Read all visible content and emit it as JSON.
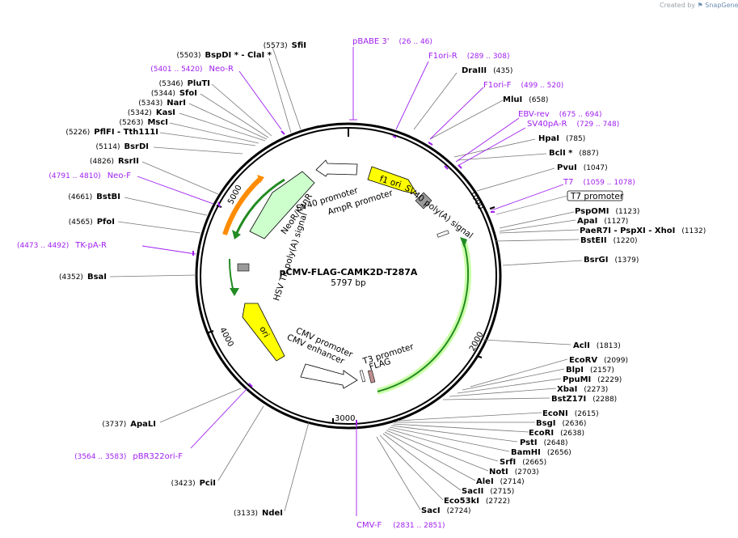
{
  "watermark": {
    "prefix": "Created by",
    "brand": "SnapGene"
  },
  "plasmid": {
    "name": "pCMV-FLAG-CAMK2D-T287A",
    "size": "5797 bp"
  },
  "ticks": [
    "1000",
    "2000",
    "3000",
    "4000",
    "5000"
  ],
  "enzymes": [
    {
      "name": "SfiI",
      "pos": "(5573)"
    },
    {
      "name": "BspDI * - ClaI *",
      "pos": "(5503)"
    },
    {
      "name": "PluTI",
      "pos": "(5346)"
    },
    {
      "name": "SfoI",
      "pos": "(5344)"
    },
    {
      "name": "NarI",
      "pos": "(5343)"
    },
    {
      "name": "KasI",
      "pos": "(5342)"
    },
    {
      "name": "MscI",
      "pos": "(5263)"
    },
    {
      "name": "PflFI - Tth111I",
      "pos": "(5226)"
    },
    {
      "name": "BsrDI",
      "pos": "(5114)"
    },
    {
      "name": "RsrII",
      "pos": "(4826)"
    },
    {
      "name": "BstBI",
      "pos": "(4661)"
    },
    {
      "name": "PfoI",
      "pos": "(4565)"
    },
    {
      "name": "BsaI",
      "pos": "(4352)"
    },
    {
      "name": "ApaLI",
      "pos": "(3737)"
    },
    {
      "name": "PciI",
      "pos": "(3423)"
    },
    {
      "name": "NdeI",
      "pos": "(3133)"
    },
    {
      "name": "DraIII",
      "pos": "(435)"
    },
    {
      "name": "MluI",
      "pos": "(658)"
    },
    {
      "name": "HpaI",
      "pos": "(785)"
    },
    {
      "name": "BclI *",
      "pos": "(887)"
    },
    {
      "name": "PvuI",
      "pos": "(1047)"
    },
    {
      "name": "PspOMI",
      "pos": "(1123)"
    },
    {
      "name": "ApaI",
      "pos": "(1127)"
    },
    {
      "name": "PaeR7I - PspXI - XhoI",
      "pos": "(1132)"
    },
    {
      "name": "BstEII",
      "pos": "(1220)"
    },
    {
      "name": "BsrGI",
      "pos": "(1379)"
    },
    {
      "name": "AclI",
      "pos": "(1813)"
    },
    {
      "name": "EcoRV",
      "pos": "(2099)"
    },
    {
      "name": "BlpI",
      "pos": "(2157)"
    },
    {
      "name": "PpuMI",
      "pos": "(2229)"
    },
    {
      "name": "XbaI",
      "pos": "(2273)"
    },
    {
      "name": "BstZ17I",
      "pos": "(2288)"
    },
    {
      "name": "EcoNI",
      "pos": "(2615)"
    },
    {
      "name": "BsgI",
      "pos": "(2636)"
    },
    {
      "name": "EcoRI",
      "pos": "(2638)"
    },
    {
      "name": "PstI",
      "pos": "(2648)"
    },
    {
      "name": "BamHI",
      "pos": "(2656)"
    },
    {
      "name": "SrfI",
      "pos": "(2665)"
    },
    {
      "name": "NotI",
      "pos": "(2703)"
    },
    {
      "name": "AleI",
      "pos": "(2714)"
    },
    {
      "name": "SacII",
      "pos": "(2715)"
    },
    {
      "name": "Eco53kI",
      "pos": "(2722)"
    },
    {
      "name": "SacI",
      "pos": "(2724)"
    }
  ],
  "primers": [
    {
      "name": "pBABE 3'",
      "pos": "(26 .. 46)"
    },
    {
      "name": "F1ori-R",
      "pos": "(289 .. 308)"
    },
    {
      "name": "F1ori-F",
      "pos": "(499 .. 520)"
    },
    {
      "name": "EBV-rev",
      "pos": "(675 .. 694)"
    },
    {
      "name": "SV40pA-R",
      "pos": "(729 .. 748)"
    },
    {
      "name": "T7",
      "pos": "(1059 .. 1078)"
    },
    {
      "name": "CMV-F",
      "pos": "(2831 .. 2851)"
    },
    {
      "name": "pBR322ori-F",
      "pos": "(3564 .. 3583)"
    },
    {
      "name": "TK-pA-R",
      "pos": "(4473 .. 4492)"
    },
    {
      "name": "Neo-F",
      "pos": "(4791 .. 4810)"
    },
    {
      "name": "Neo-R",
      "pos": "(5401 .. 5420)"
    }
  ],
  "features": {
    "t7_promoter_box": "T7 promoter",
    "f1_ori": "f1 ori",
    "sv40_promoter": "SV40 promoter",
    "ampr_promoter": "AmpR promoter",
    "sv40_polya": "SV40 poly(A) signal",
    "neo_kanr": "NeoR/KanR",
    "hsv_tk_polya": "HSV TK poly(A) signal",
    "ori": "ori",
    "cmv_promoter": "CMV promoter",
    "cmv_enhancer": "CMV enhancer",
    "t3_promoter": "T3 promoter",
    "flag": "FLAG"
  },
  "colors": {
    "primer": "#a020f0",
    "feature_green": "#228b22",
    "feature_orange": "#ff8c00",
    "feature_yellow": "#ffff00"
  }
}
